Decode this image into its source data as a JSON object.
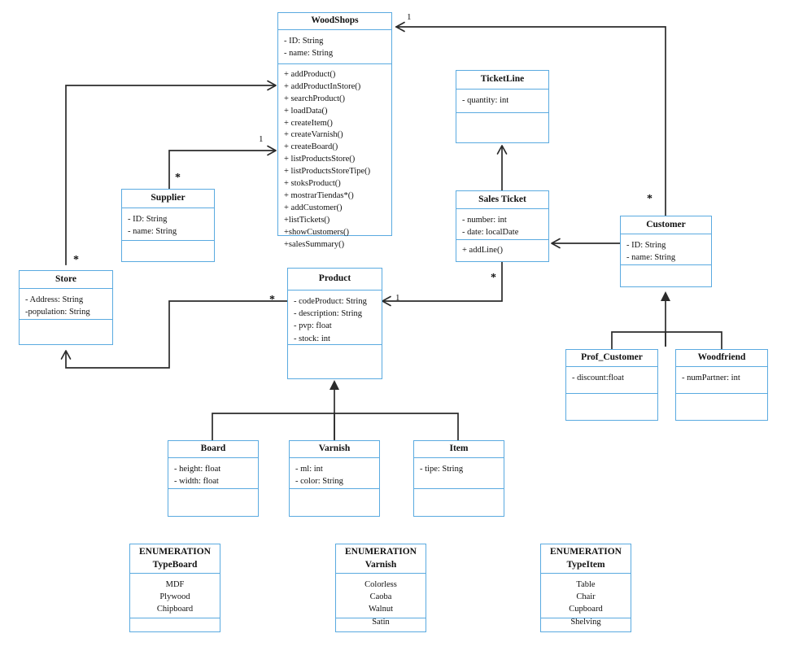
{
  "diagram": {
    "title": "WoodShops UML Class Diagram",
    "accent_color": "#5aaae0",
    "line_color": "#2b2b2b",
    "background": "#ffffff"
  },
  "classes": {
    "woodshops": {
      "name": "WoodShops",
      "attributes": [
        "- ID: String",
        "- name: String"
      ],
      "operations": [
        "+ addProduct()",
        "+ addProductInStore()",
        "+ searchProduct()",
        "+ loadData()",
        "+ createItem()",
        "+ createVarnish()",
        "+ createBoard()",
        "+ listProductsStore()",
        "+ listProductsStoreTipe()",
        "+ stoksProduct()",
        "+ mostrarTiendas*()",
        "+ addCustomer()",
        "+listTickets()",
        "+showCustomers()",
        "+salesSummary()"
      ]
    },
    "ticketline": {
      "name": "TicketLine",
      "attributes": [
        "- quantity: int"
      ],
      "operations": []
    },
    "supplier": {
      "name": "Supplier",
      "attributes": [
        "- ID: String",
        "- name: String"
      ],
      "operations": []
    },
    "sales_ticket": {
      "name": "Sales Ticket",
      "attributes": [
        "- number: int",
        "- date: localDate"
      ],
      "operations": [
        "+ addLine()"
      ]
    },
    "customer": {
      "name": "Customer",
      "attributes": [
        "- ID: String",
        "- name: String"
      ],
      "operations": []
    },
    "store": {
      "name": "Store",
      "attributes": [
        "- Address: String",
        "-population: String"
      ],
      "operations": []
    },
    "product": {
      "name": "Product",
      "attributes": [
        "- codeProduct: String",
        "- description: String",
        "- pvp: float",
        "- stock: int"
      ],
      "operations": []
    },
    "prof_customer": {
      "name": "Prof_Customer",
      "attributes": [
        "- discount:float"
      ],
      "operations": []
    },
    "woodfriend": {
      "name": "Woodfriend",
      "attributes": [
        "- numPartner: int"
      ],
      "operations": []
    },
    "board": {
      "name": "Board",
      "attributes": [
        "- height: float",
        "- width: float"
      ],
      "operations": []
    },
    "varnish": {
      "name": "Varnish",
      "attributes": [
        "- ml: int",
        "- color: String"
      ],
      "operations": []
    },
    "item": {
      "name": "Item",
      "attributes": [
        "- tipe: String"
      ],
      "operations": []
    }
  },
  "enumerations": {
    "type_board": {
      "stereotype": "ENUMERATION",
      "name": "TypeBoard",
      "values": [
        "MDF",
        "Plywood",
        "Chipboard"
      ]
    },
    "varnish_enum": {
      "stereotype": "ENUMERATION",
      "name": "Varnish",
      "values": [
        "Colorless",
        "Caoba",
        "Walnut",
        "Satin"
      ]
    },
    "type_item": {
      "stereotype": "ENUMERATION",
      "name": "TypeItem",
      "values": [
        "Table",
        "Chair",
        "Cupboard",
        "Shelving"
      ]
    }
  },
  "multiplicities": {
    "woodshops_customer": "1",
    "woodshops_supplier": "1",
    "supplier_end": "*",
    "store_end": "*",
    "customer_end": "*",
    "sales_ticket_end": "*",
    "product_ticket": "1",
    "product_store_end": "*"
  }
}
